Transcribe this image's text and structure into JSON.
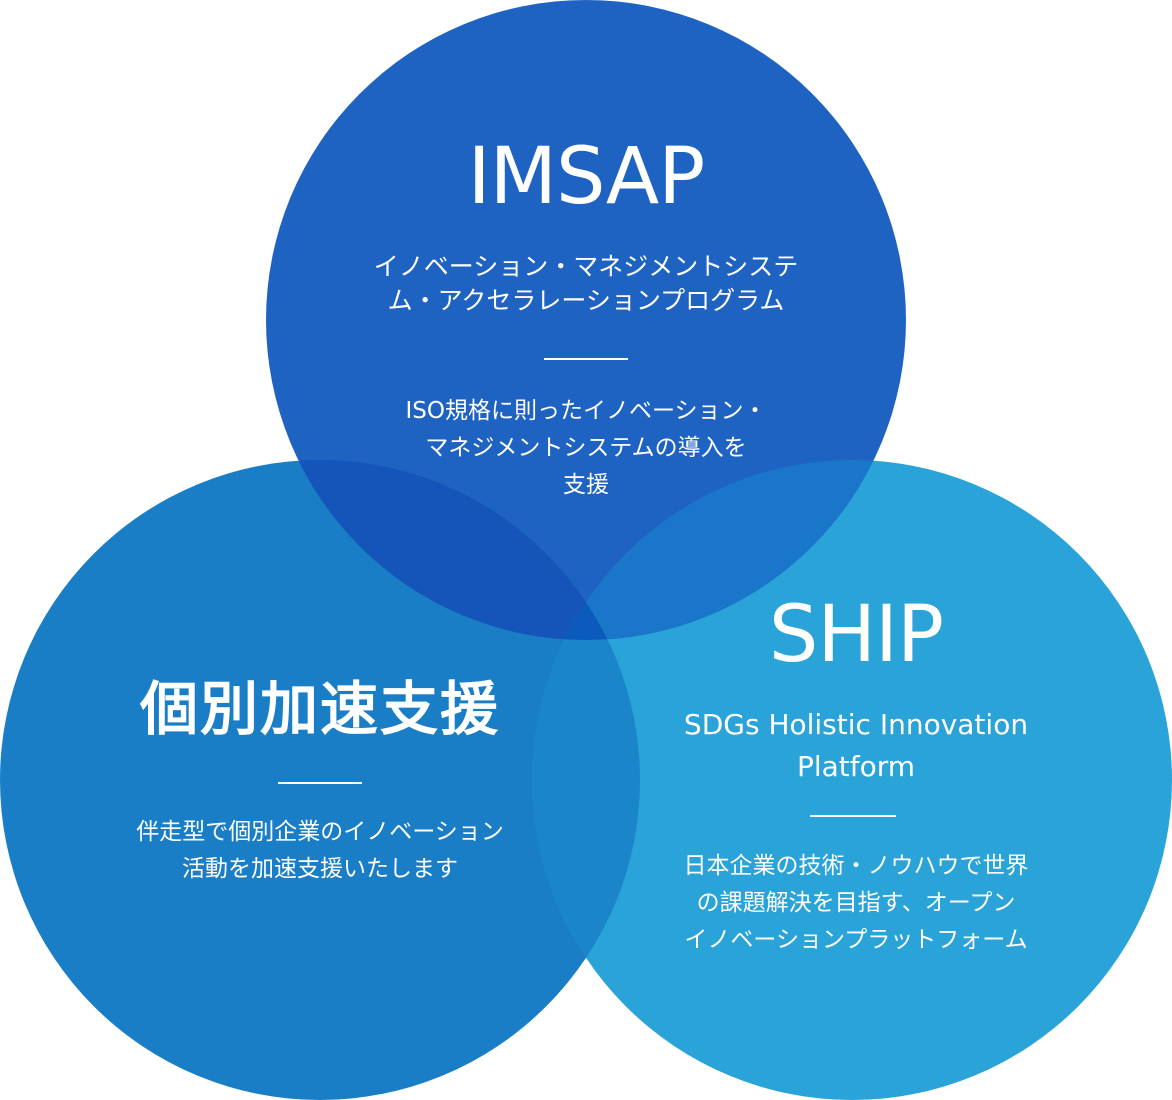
{
  "colors": {
    "background": "#ffffff",
    "imsap": "#1f63c2",
    "individual": "#1a7ec6",
    "ship": "#2aa3d8",
    "overlap_imsap_individual": "#1554b8",
    "overlap_imsap_ship": "#1a76c8",
    "overlap_individual_ship": "#1a85c8",
    "overlap_center": "#0b5bbc",
    "text": "#ffffff"
  },
  "circles": {
    "imsap": {
      "title": "IMSAP",
      "subtitle": "イノベーション・マネジメントシステ\nム・アクセラレーションプログラム",
      "description": "ISO規格に則ったイノベーション・\nマネジメントシステムの導入を\n支援"
    },
    "individual": {
      "title": "個別加速支援",
      "description": "伴走型で個別企業のイノベーション\n活動を加速支援いたします"
    },
    "ship": {
      "title": "SHIP",
      "subtitle": "SDGs Holistic Innovation\nPlatform",
      "description": "日本企業の技術・ノウハウで世界\nの課題解決を目指す、オープン\nイノベーションプラットフォーム"
    }
  }
}
